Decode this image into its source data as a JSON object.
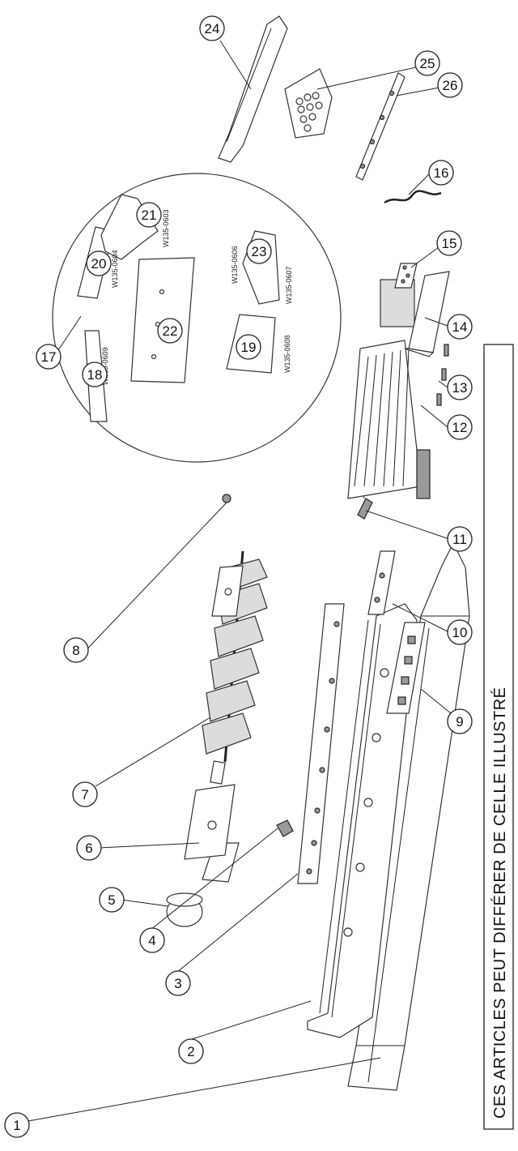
{
  "diagram": {
    "notice": "CES ARTICLES PEUT DIFFÉRER DE CELLE ILLUSTRÉ",
    "callouts": [
      {
        "id": "1",
        "label": "1"
      },
      {
        "id": "2",
        "label": "2"
      },
      {
        "id": "3",
        "label": "3"
      },
      {
        "id": "4",
        "label": "4"
      },
      {
        "id": "5",
        "label": "5"
      },
      {
        "id": "6",
        "label": "6"
      },
      {
        "id": "7",
        "label": "7"
      },
      {
        "id": "8",
        "label": "8"
      },
      {
        "id": "9",
        "label": "9"
      },
      {
        "id": "10",
        "label": "10"
      },
      {
        "id": "11",
        "label": "11"
      },
      {
        "id": "12",
        "label": "12"
      },
      {
        "id": "13",
        "label": "13"
      },
      {
        "id": "14",
        "label": "14"
      },
      {
        "id": "15",
        "label": "15"
      },
      {
        "id": "16",
        "label": "16"
      },
      {
        "id": "17",
        "label": "17"
      },
      {
        "id": "18",
        "label": "18"
      },
      {
        "id": "19",
        "label": "19"
      },
      {
        "id": "20",
        "label": "20"
      },
      {
        "id": "21",
        "label": "21"
      },
      {
        "id": "22",
        "label": "22"
      },
      {
        "id": "23",
        "label": "23"
      },
      {
        "id": "24",
        "label": "24"
      },
      {
        "id": "25",
        "label": "25"
      },
      {
        "id": "26",
        "label": "26"
      }
    ],
    "part_codes": {
      "p18": "W135-0609",
      "p20": "W135-0604",
      "p21": "W135-0603",
      "p23": "W135-0606",
      "p23b": "W135-0607",
      "p19": "W135-0608"
    }
  }
}
